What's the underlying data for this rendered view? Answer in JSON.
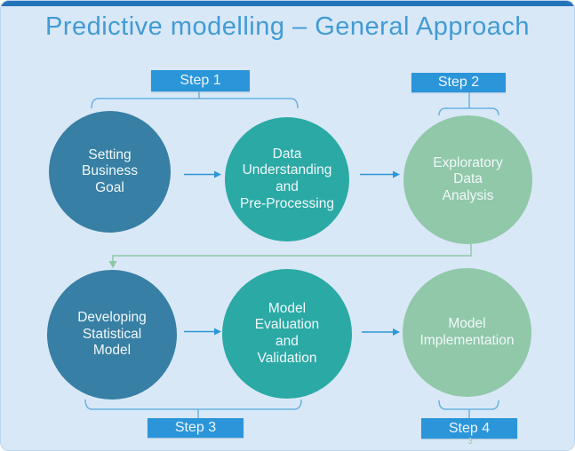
{
  "slide": {
    "title": "Predictive modelling – General Approach",
    "page_number": "3"
  },
  "steps": [
    {
      "label": "Step 1"
    },
    {
      "label": "Step 2"
    },
    {
      "label": "Step 3"
    },
    {
      "label": "Step 4"
    }
  ],
  "circles": [
    {
      "id": "setting-business-goal",
      "label": "Setting\nBusiness\nGoal",
      "color": "#377fa4"
    },
    {
      "id": "data-understanding",
      "label": "Data\nUnderstanding\nand\nPre-Processing",
      "color": "#2aa9a5"
    },
    {
      "id": "exploratory-data-analysis",
      "label": "Exploratory\nData\nAnalysis",
      "color": "#90c8a9"
    },
    {
      "id": "developing-statistical-model",
      "label": "Developing\nStatistical\nModel",
      "color": "#377fa4"
    },
    {
      "id": "model-evaluation-validation",
      "label": "Model\nEvaluation\nand\nValidation",
      "color": "#2aa9a5"
    },
    {
      "id": "model-implementation",
      "label": "Model\nImplementation",
      "color": "#90c8a9"
    }
  ],
  "colors": {
    "background": "#d9e8f6",
    "top_bar": "#2573b9",
    "title_text": "#419bd6",
    "step_box": "#2b95d9",
    "circle_dark_blue": "#377fa4",
    "circle_teal": "#2aa9a5",
    "circle_green": "#90c8a9",
    "bracket": "#69b3e1",
    "arrow": "#2e96d8",
    "row_connector": "#8cc7a6"
  }
}
